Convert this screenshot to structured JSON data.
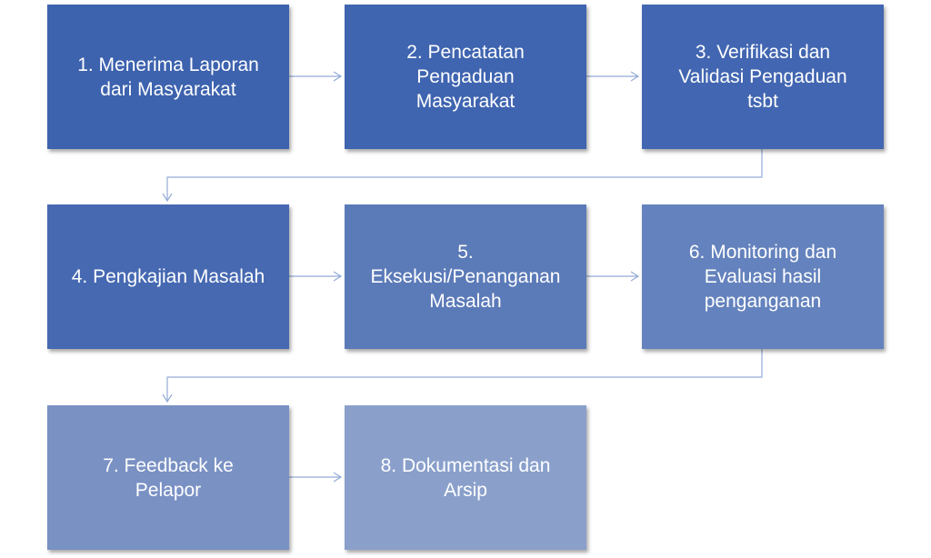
{
  "diagram": {
    "steps": [
      {
        "label": "1. Menerima Laporan\ndari Masyarakat",
        "color": "#3d62ae"
      },
      {
        "label": "2. Pencatatan\nPengaduan\nMasyarakat",
        "color": "#3f64b0"
      },
      {
        "label": "3. Verifikasi dan\nValidasi Pengaduan\ntsbt",
        "color": "#4266b1"
      },
      {
        "label": "4. Pengkajian Masalah",
        "color": "#4669b2"
      },
      {
        "label": "5.\nEksekusi/Penanganan\nMasalah",
        "color": "#5b7ab8"
      },
      {
        "label": "6. Monitoring dan\nEvaluasi hasil\npenganganan",
        "color": "#6482bd"
      },
      {
        "label": "7. Feedback ke\nPelapor",
        "color": "#7a91c4"
      },
      {
        "label": "8. Dokumentasi dan\nArsip",
        "color": "#8aa0cb"
      }
    ],
    "connector_color": "#94abd6"
  }
}
